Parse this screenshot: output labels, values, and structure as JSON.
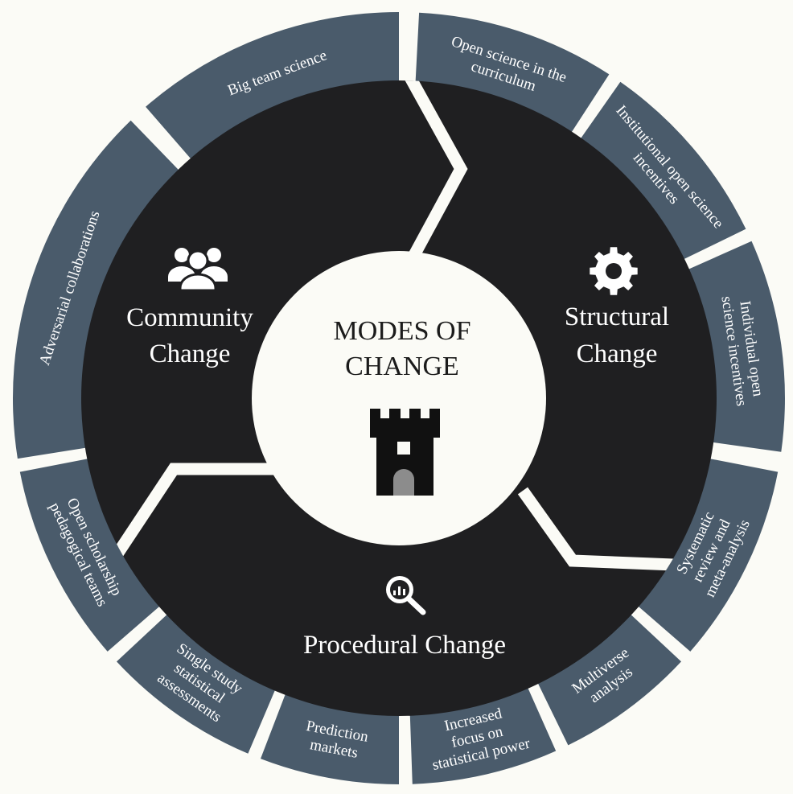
{
  "center": {
    "title_line1": "MODES OF",
    "title_line2": "CHANGE",
    "icon": "castle-tower-icon"
  },
  "sectors": [
    {
      "id": "community",
      "title_line1": "Community",
      "title_line2": "Change",
      "icon": "people-group-icon"
    },
    {
      "id": "structural",
      "title_line1": "Structural",
      "title_line2": "Change",
      "icon": "gear-icon"
    },
    {
      "id": "procedural",
      "title_line1": "Procedural Change",
      "title_line2": "",
      "icon": "magnifier-chart-icon"
    }
  ],
  "segments": [
    {
      "sector": "community",
      "lines": [
        "Big team science"
      ]
    },
    {
      "sector": "structural",
      "lines": [
        "Open science in the",
        "curriculum"
      ]
    },
    {
      "sector": "structural",
      "lines": [
        "Institutional open science",
        "incentives"
      ]
    },
    {
      "sector": "structural",
      "lines": [
        "Individual  open",
        "science incentives"
      ]
    },
    {
      "sector": "procedural",
      "lines": [
        "Systematic",
        "review and",
        "meta-analysis"
      ]
    },
    {
      "sector": "procedural",
      "lines": [
        "Multiverse",
        "analysis"
      ]
    },
    {
      "sector": "procedural",
      "lines": [
        "Increased",
        "focus on",
        "statistical power"
      ]
    },
    {
      "sector": "procedural",
      "lines": [
        "Prediction",
        "markets"
      ]
    },
    {
      "sector": "procedural",
      "lines": [
        "Single study",
        "statistical",
        "assessments"
      ]
    },
    {
      "sector": "community",
      "lines": [
        "Open scholarship",
        "pedagogical teams"
      ]
    },
    {
      "sector": "community",
      "lines": [
        "Adversarial collaborations"
      ]
    }
  ],
  "colors": {
    "background": "#fbfbf6",
    "ring": "#4a5b6b",
    "disc": "#1f1f21",
    "center": "#fbfbf6",
    "text_light": "#ffffff",
    "text_dark": "#1b1b1b"
  }
}
